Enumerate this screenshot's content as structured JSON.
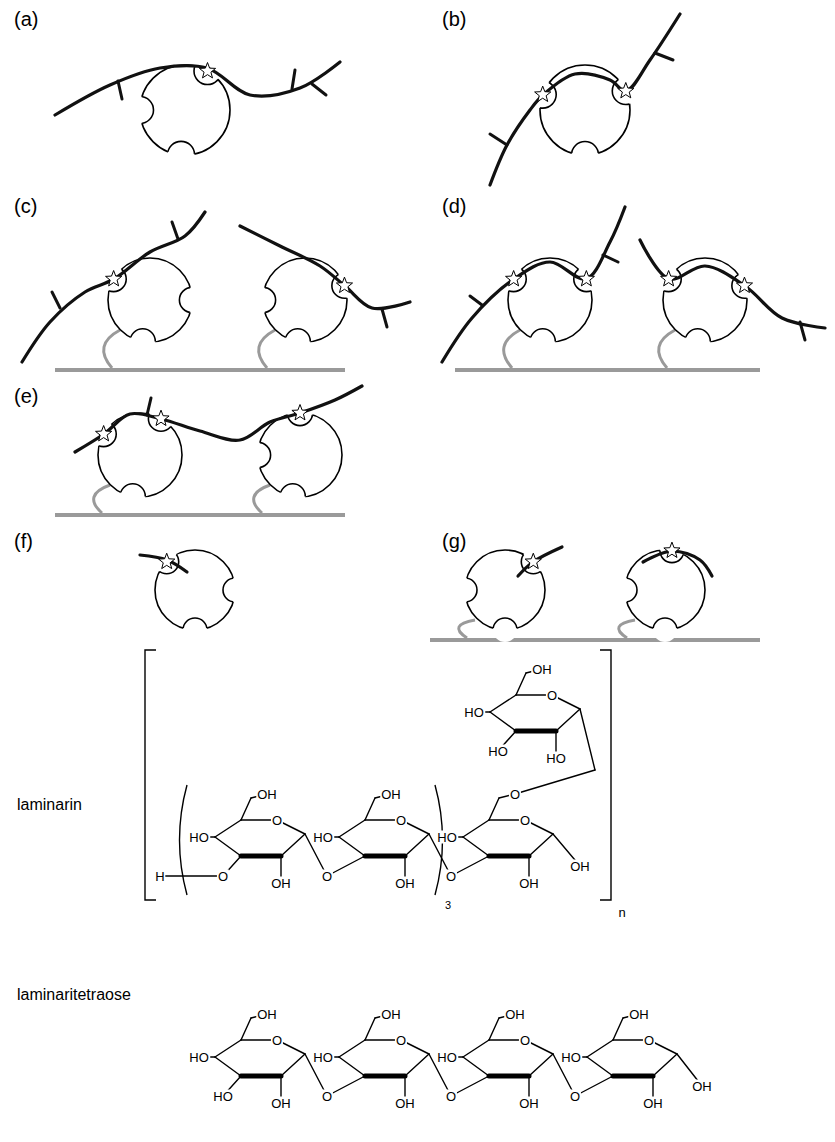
{
  "diagram": {
    "labels": [
      "(a)",
      "(b)",
      "(c)",
      "(d)",
      "(e)",
      "(f)",
      "(g)",
      "laminarin",
      "OH",
      "HO",
      "O",
      "OH",
      "O",
      "H",
      "O",
      "OH",
      "HO",
      "O",
      "OH",
      "3",
      "O",
      "O",
      "HO",
      "O",
      "OH",
      "OH",
      "OH",
      "HO",
      "O",
      "HO",
      "HO",
      "n",
      "laminaritetraose",
      "OH",
      "HO",
      "O",
      "OH",
      "HO",
      "O",
      "OH",
      "HO",
      "O",
      "OH",
      "O",
      "OH",
      "HO",
      "O",
      "OH",
      "O",
      "OH",
      "HO",
      "O",
      "OH",
      "OH"
    ]
  }
}
